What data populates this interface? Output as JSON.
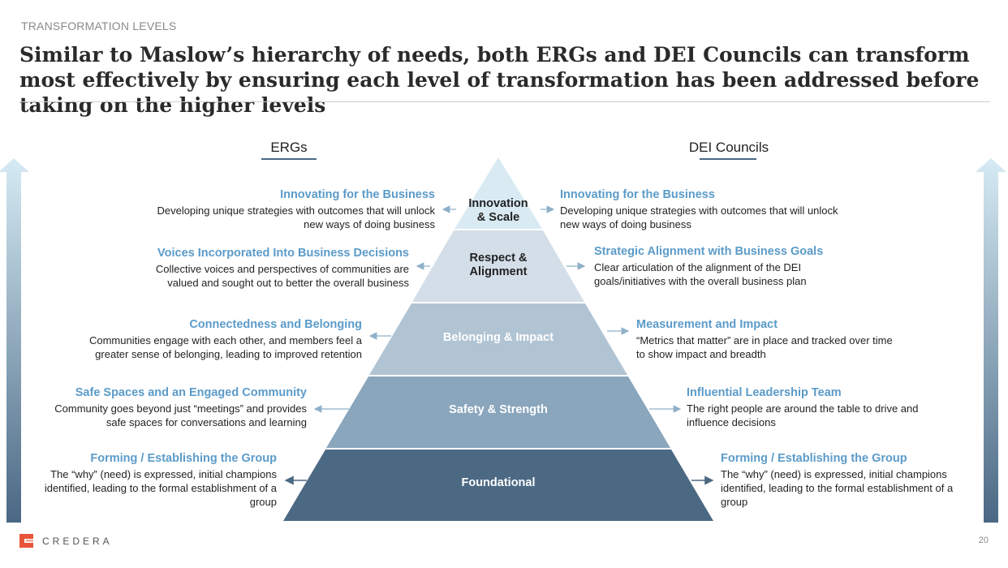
{
  "header": {
    "eyebrow": "TRANSFORMATION LEVELS",
    "title": "Similar to Maslow’s hierarchy of needs, both ERGs and DEI Councils can transform most effectively by ensuring each level of transformation has been addressed before taking on the higher levels"
  },
  "columns": {
    "left_heading": "ERGs",
    "right_heading": "DEI Councils"
  },
  "pyramid": {
    "levels": [
      {
        "label_line1": "Innovation",
        "label_line2": "& Scale",
        "color": "#d9eaf2"
      },
      {
        "label_line1": "Respect &",
        "label_line2": "Alignment",
        "color": "#d3dee8"
      },
      {
        "label_line1": "Belonging & Impact",
        "label_line2": "",
        "color": "#b1c4d4"
      },
      {
        "label_line1": "Safety & Strength",
        "label_line2": "",
        "color": "#8aa6bd"
      },
      {
        "label_line1": "Foundational",
        "label_line2": "",
        "color": "#4c6984"
      }
    ]
  },
  "ergs": [
    {
      "title": "Innovating for the Business",
      "desc": "Developing unique strategies with outcomes that will unlock new ways of doing business"
    },
    {
      "title": "Voices Incorporated Into Business Decisions",
      "desc": "Collective voices and perspectives of communities are valued and sought out to better the overall business"
    },
    {
      "title": "Connectedness and Belonging",
      "desc": "Communities engage with each other, and members feel a greater sense of belonging, leading to improved retention"
    },
    {
      "title": "Safe Spaces and an Engaged Community",
      "desc": "Community goes beyond just “meetings” and provides safe spaces for conversations and learning"
    },
    {
      "title": "Forming / Establishing the Group",
      "desc": "The “why” (need) is expressed, initial champions identified, leading to the formal establishment of a group"
    }
  ],
  "councils": [
    {
      "title": "Innovating for the Business",
      "desc": "Developing unique strategies with outcomes that will unlock new ways of doing business"
    },
    {
      "title": "Strategic Alignment with Business Goals",
      "desc": "Clear articulation of the alignment of the DEI goals/initiatives with the overall business plan"
    },
    {
      "title": "Measurement and Impact",
      "desc": "“Metrics that matter” are in place and tracked over time to show impact and breadth"
    },
    {
      "title": "Influential Leadership Team",
      "desc": "The right people are around the table to drive and influence decisions"
    },
    {
      "title": "Forming / Establishing the Group",
      "desc": "The “why” (need) is expressed, initial champions identified, leading to the formal establishment of a group"
    }
  ],
  "footer": {
    "brand": "CREDERA",
    "page_number": "20"
  },
  "colors": {
    "accent_blue": "#5b9bc9",
    "brand_orange": "#e8553a",
    "dark_navy": "#4c6984"
  }
}
